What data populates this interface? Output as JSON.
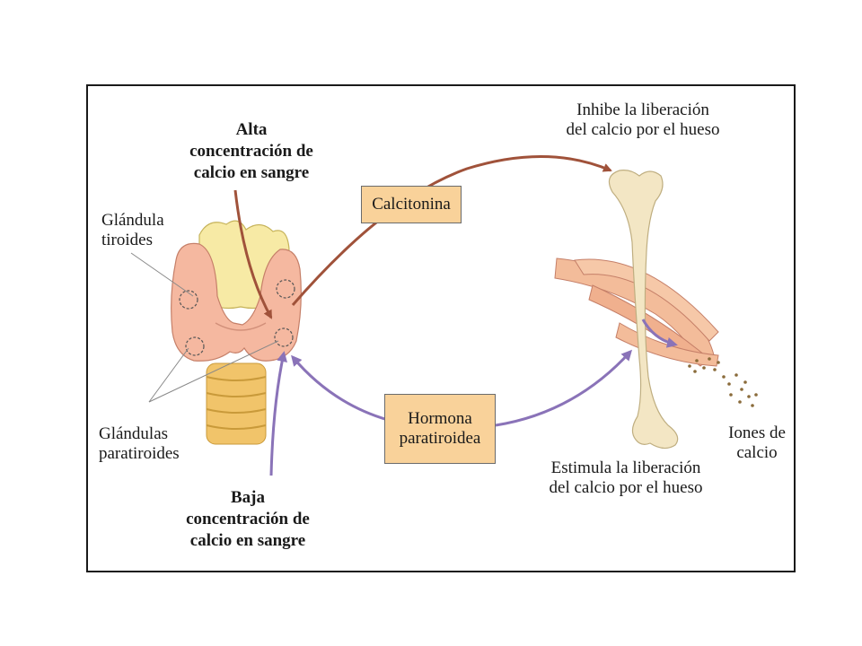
{
  "labels": {
    "high_calcium": [
      "Alta",
      "concentración de",
      "calcio en sangre"
    ],
    "low_calcium": [
      "Baja",
      "concentración de",
      "calcio en sangre"
    ],
    "thyroid": [
      "Glándula",
      "tiroides"
    ],
    "parathyroid": [
      "Glándulas",
      "paratiroides"
    ],
    "inhibit": [
      "Inhibe la liberación",
      "del calcio por el hueso"
    ],
    "stimulate": [
      "Estimula la liberación",
      "del calcio por el hueso"
    ],
    "ions": [
      "Iones de",
      "calcio"
    ]
  },
  "boxes": {
    "calcitonin": "Calcitonina",
    "pth": [
      "Hormona",
      "paratiroidea"
    ]
  },
  "colors": {
    "calcitonin_arrow": "#a0523a",
    "pth_arrow": "#8a73b8",
    "box_fill": "#f9d29a",
    "thyroid_fill": "#f5b8a0",
    "thyroid_cartilage": "#f7eaa5",
    "trachea": "#f1c46a",
    "bone": "#f3e6c4",
    "muscle": "#f3bc9a",
    "calcium_dots": "#8a6b3a"
  }
}
